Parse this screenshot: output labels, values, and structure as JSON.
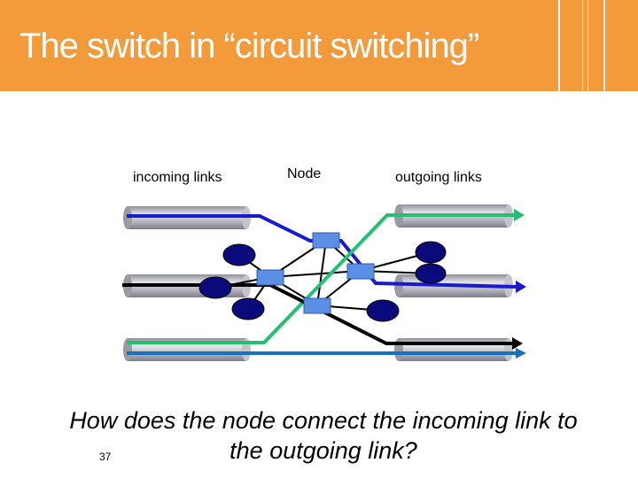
{
  "slide": {
    "title": "The switch in “circuit switching”",
    "page_number": "37",
    "question": "How does the node connect the incoming link to the outgoing link?"
  },
  "diagram": {
    "labels": {
      "incoming": "incoming links",
      "node": "Node",
      "outgoing": "outgoing links"
    },
    "colors": {
      "header": "#f39a3a",
      "blue_circuit": "#1a1acc",
      "green_circuit": "#22c070",
      "black_circuit": "#000000",
      "teal_circuit": "#1a6fbe",
      "switch": "#5b8fe6",
      "host": "#0a0a7a",
      "pipe": "#a9a9b2"
    }
  }
}
